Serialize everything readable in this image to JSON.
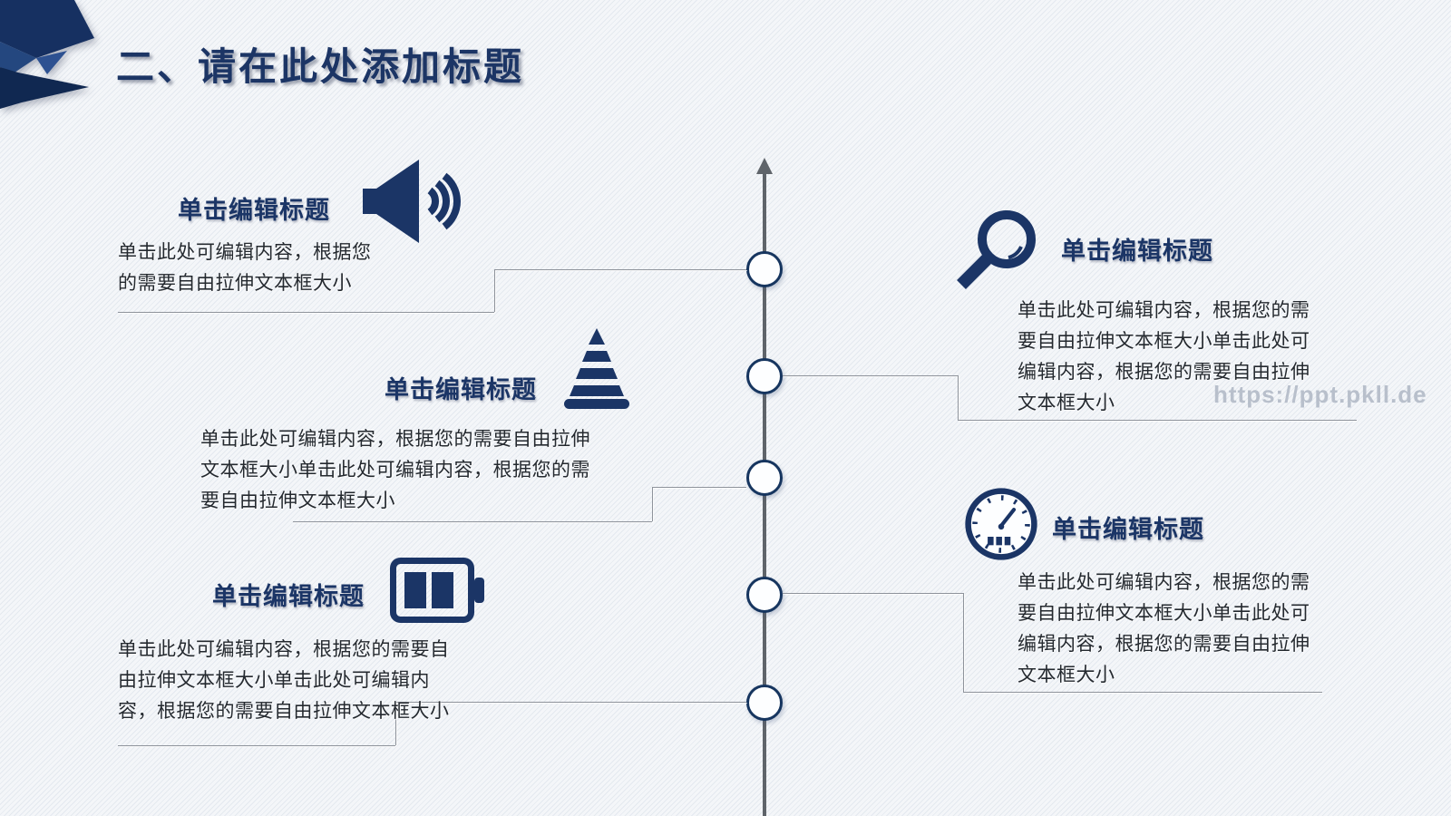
{
  "slide": {
    "title": "二、请在此处添加标题",
    "watermark": "https://ppt.pkll.de"
  },
  "colors": {
    "navy": "#1b3566",
    "background": "#eff1f5",
    "timeline_gray": "#5f646a",
    "connector_gray": "#8e939b",
    "body_text": "#24292f",
    "watermark_gray": "#aab3c1"
  },
  "timeline": {
    "node_count": 5,
    "direction": "up-arrow"
  },
  "blocks": [
    {
      "side": "left",
      "icon": "speaker-icon",
      "title": "单击编辑标题",
      "body": "单击此处可编辑内容，根据您的需要自由拉伸文本框大小"
    },
    {
      "side": "left",
      "icon": "traffic-cone-icon",
      "title": "单击编辑标题",
      "body": "单击此处可编辑内容，根据您的需要自由拉伸文本框大小单击此处可编辑内容，根据您的需要自由拉伸文本框大小"
    },
    {
      "side": "left",
      "icon": "battery-icon",
      "title": "单击编辑标题",
      "body": "单击此处可编辑内容，根据您的需要自由拉伸文本框大小单击此处可编辑内容，根据您的需要自由拉伸文本框大小"
    },
    {
      "side": "right",
      "icon": "magnifier-icon",
      "title": "单击编辑标题",
      "body": "单击此处可编辑内容，根据您的需要自由拉伸文本框大小单击此处可编辑内容，根据您的需要自由拉伸文本框大小"
    },
    {
      "side": "right",
      "icon": "gauge-icon",
      "title": "单击编辑标题",
      "body": "单击此处可编辑内容，根据您的需要自由拉伸文本框大小单击此处可编辑内容，根据您的需要自由拉伸文本框大小"
    }
  ]
}
